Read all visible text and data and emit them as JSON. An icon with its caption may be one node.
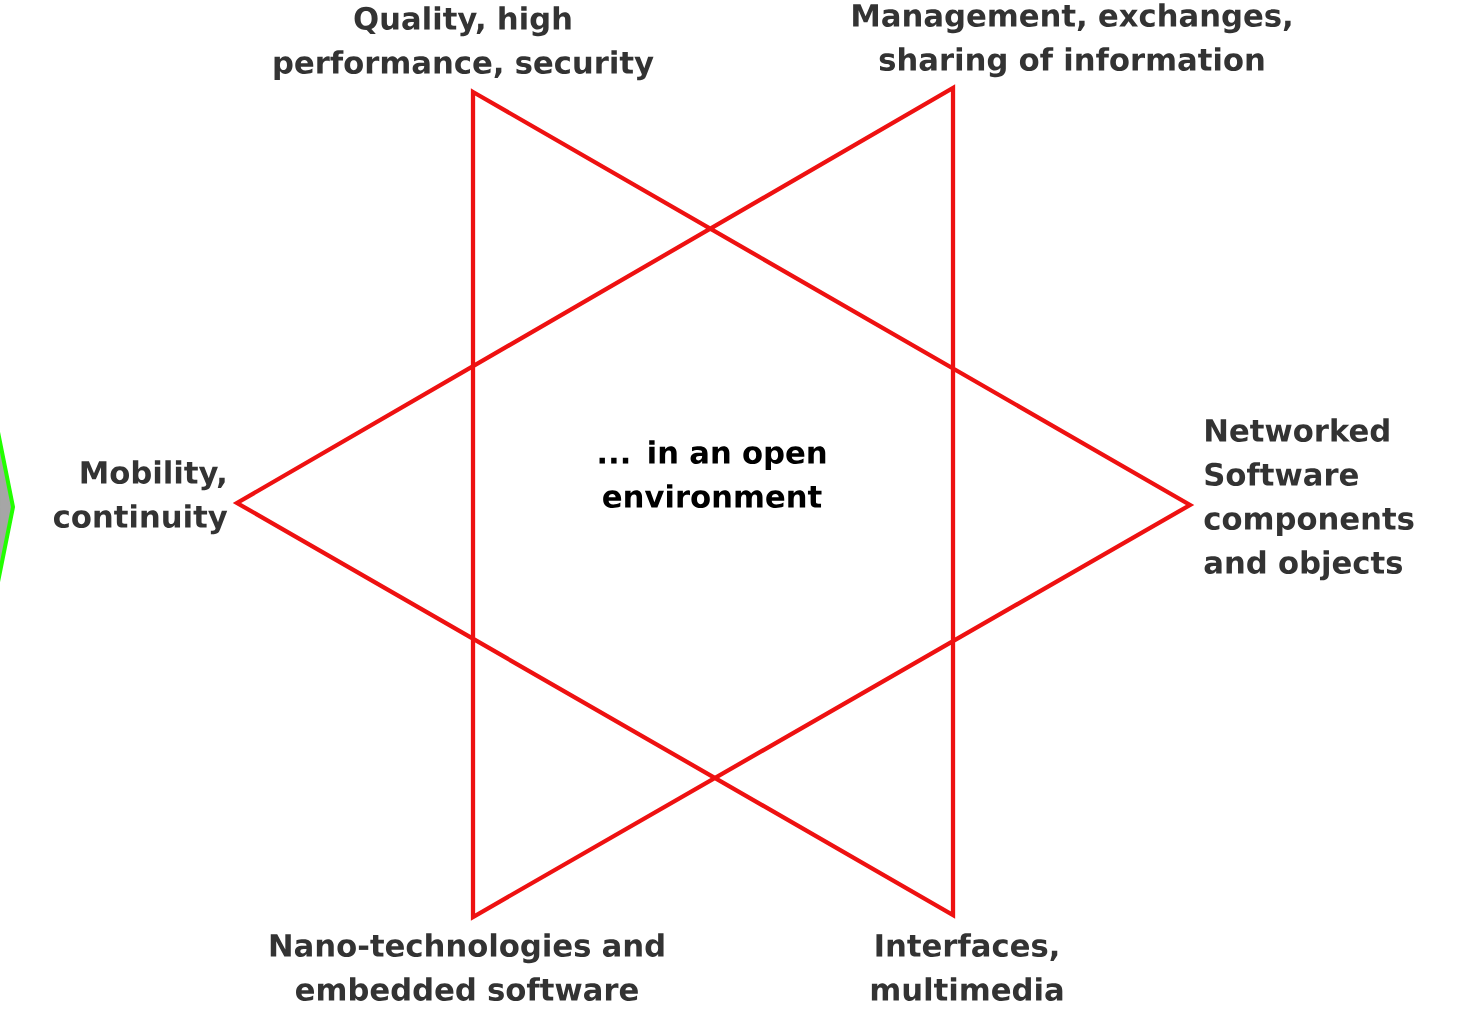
{
  "diagram": {
    "labels": [
      "Quality, high performance, security",
      "Management, exchanges, sharing of information",
      "Networked Software components and objects",
      "Interfaces, multimedia",
      "Nano-technologies and embedded software",
      "Mobility, continuity",
      "... in an open environment"
    ]
  }
}
